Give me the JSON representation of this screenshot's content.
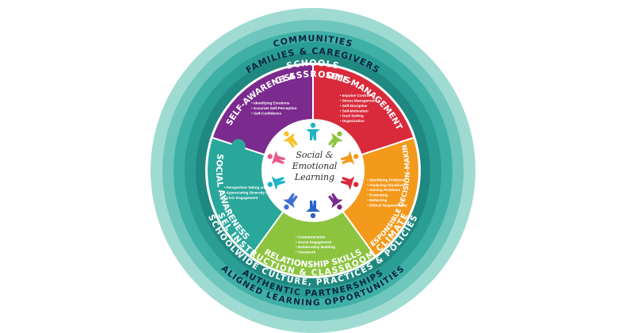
{
  "rings": {
    "outer_top": [
      "COMMUNITIES",
      "FAMILIES & CAREGIVERS",
      "SCHOOLS",
      "CLASSROOMS"
    ],
    "outer_bottom": [
      "SEL INSTRUCTION & CLASSROOM CLIMATE",
      "SCHOOLWIDE CULTURE, PRACTICES & POLICIES",
      "AUTHENTIC PARTNERSHIPS",
      "ALIGNED LEARNING OPPORTUNITIES"
    ]
  },
  "pieces": {
    "self_awareness": {
      "title": "SELF-AWARENESS",
      "color": "#7b2b8e",
      "items": [
        "Identifying Emotions",
        "Accurate Self-Perception",
        "Self-Confidence"
      ]
    },
    "self_management": {
      "title": "SELF-MANAGEMENT",
      "color": "#d92a3b",
      "items": [
        "Impulse Control",
        "Stress Management",
        "Self-Discipline",
        "Self-Motivation",
        "Goal Setting",
        "Organization"
      ]
    },
    "responsible_decision_making": {
      "title": "RESPONSIBLE DECISION-MAKING",
      "color": "#f39a1c",
      "items": [
        "Identifying Problems",
        "Analyzing Situations",
        "Solving Problems",
        "Evaluating",
        "Reflecting",
        "Ethical Responsibility"
      ]
    },
    "relationship_skills": {
      "title": "RELATIONSHIP SKILLS",
      "color": "#8cc43f",
      "items": [
        "Communication",
        "Social Engagement",
        "Relationship Building",
        "Teamwork"
      ]
    },
    "social_awareness": {
      "title": "SOCIAL AWARENESS",
      "color": "#2aa79b",
      "items": [
        "Perspective-Taking and Empathy",
        "Appreciating Diversity and Respect for Others",
        "Civic Engagement"
      ]
    }
  },
  "center": {
    "lines": [
      "Social &",
      "Emotional",
      "Learning"
    ],
    "figure_colors": [
      "#1fb3c4",
      "#8cc43f",
      "#f39a1c",
      "#d92a3b",
      "#7b2b8e",
      "#2a62c8",
      "#3e6fd4",
      "#1fb3c4",
      "#e55a8a",
      "#f6c12a"
    ]
  },
  "colors": {
    "ring1": "#9fdbd3",
    "ring2": "#6fc6bc",
    "ring3": "#3fb0a6",
    "ring4": "#2a9e95",
    "ring5": "#1f8880"
  }
}
